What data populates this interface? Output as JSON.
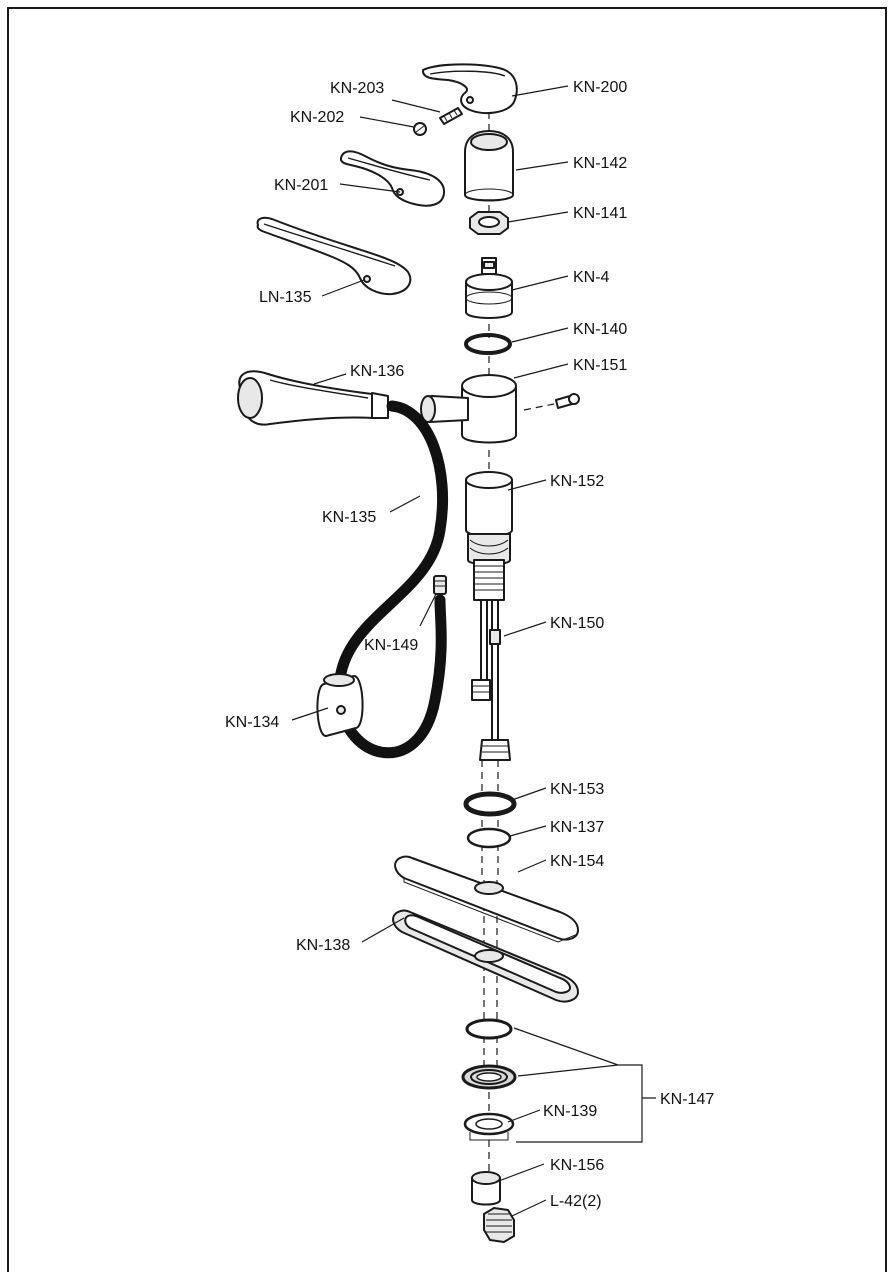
{
  "parts": [
    {
      "id": "kn200",
      "label": "KN-200"
    },
    {
      "id": "kn203",
      "label": "KN-203"
    },
    {
      "id": "kn202",
      "label": "KN-202"
    },
    {
      "id": "kn142",
      "label": "KN-142"
    },
    {
      "id": "kn201",
      "label": "KN-201"
    },
    {
      "id": "kn141",
      "label": "KN-141"
    },
    {
      "id": "kn4",
      "label": "KN-4"
    },
    {
      "id": "ln135",
      "label": "LN-135"
    },
    {
      "id": "kn140",
      "label": "KN-140"
    },
    {
      "id": "kn136",
      "label": "KN-136"
    },
    {
      "id": "kn151",
      "label": "KN-151"
    },
    {
      "id": "kn152",
      "label": "KN-152"
    },
    {
      "id": "kn135",
      "label": "KN-135"
    },
    {
      "id": "kn150",
      "label": "KN-150"
    },
    {
      "id": "kn149",
      "label": "KN-149"
    },
    {
      "id": "kn134",
      "label": "KN-134"
    },
    {
      "id": "kn153",
      "label": "KN-153"
    },
    {
      "id": "kn137",
      "label": "KN-137"
    },
    {
      "id": "kn154",
      "label": "KN-154"
    },
    {
      "id": "kn138",
      "label": "KN-138"
    },
    {
      "id": "kn147",
      "label": "KN-147"
    },
    {
      "id": "kn139",
      "label": "KN-139"
    },
    {
      "id": "kn156",
      "label": "KN-156"
    },
    {
      "id": "l42",
      "label": "L-42(2)"
    }
  ]
}
